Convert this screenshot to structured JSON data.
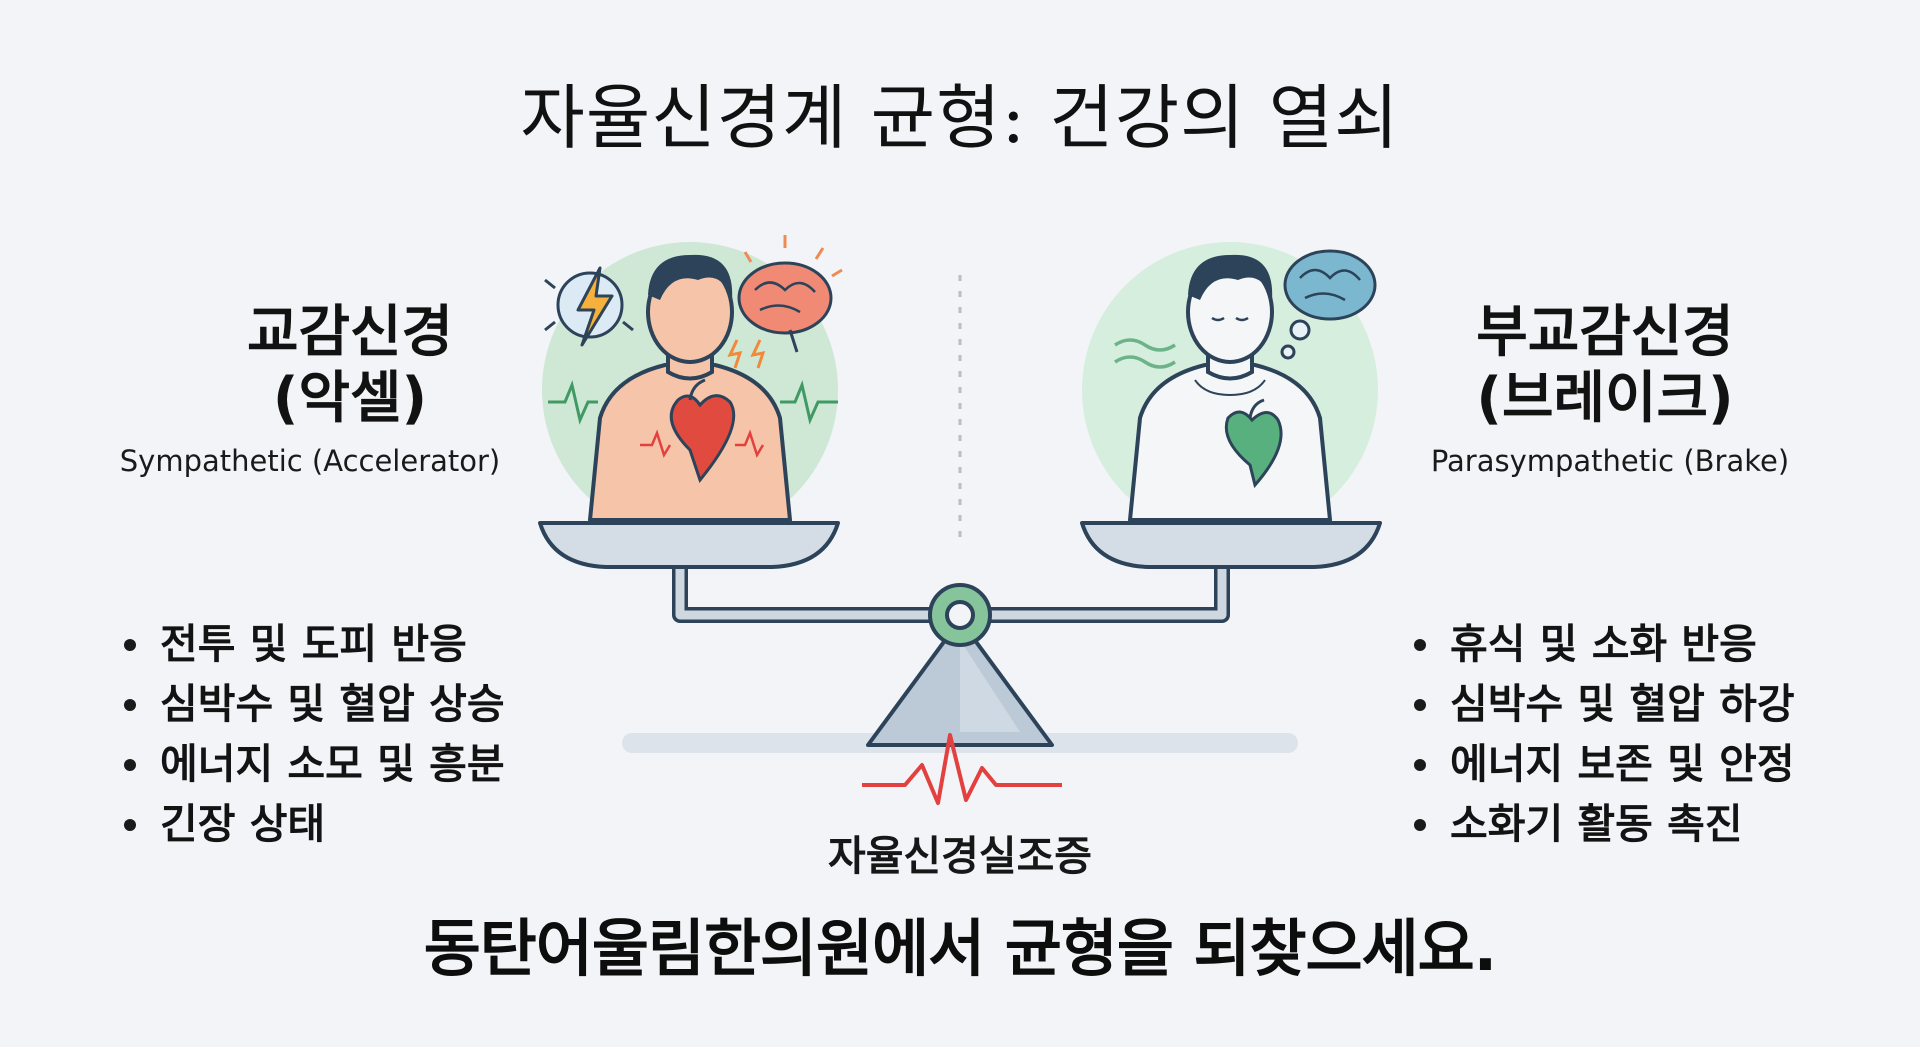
{
  "title": "자율신경계 균형: 건강의 열쇠",
  "left": {
    "title_line1": "교감신경",
    "title_line2": "(악셀)",
    "subtitle": "Sympathetic (Accelerator)",
    "bullets": [
      "전투 및 도피 반응",
      "심박수 및 혈압 상승",
      "에너지 소모 및 흥분",
      "긴장 상태"
    ]
  },
  "right": {
    "title_line1": "부교감신경",
    "title_line2": "(브레이크)",
    "subtitle": "Parasympathetic (Brake)",
    "bullets": [
      "휴식 및 소화 반응",
      "심박수 및 혈압 하강",
      "에너지 보존 및 안정",
      "소화기 활동 촉진"
    ]
  },
  "center_label": "자율신경실조증",
  "footer": "동탄어울림한의원에서 균형을 되찾으세요.",
  "colors": {
    "background": "#f2f4f7",
    "sympathetic_glow": "#cfe8d6",
    "sympathetic_skin": "#f6c4a8",
    "sympathetic_heart": "#e04a3f",
    "sympathetic_brain": "#f08a75",
    "parasympathetic_glow": "#d6eedd",
    "parasympathetic_heart": "#58b07e",
    "parasympathetic_brain": "#7bb8cf",
    "scale": "#c8d2dc",
    "pulse_line": "#e2413f"
  },
  "icons": [
    "lightning-icon",
    "brain-icon",
    "heart-icon",
    "pulse-icon",
    "wave-icon",
    "balance-scale-icon"
  ]
}
